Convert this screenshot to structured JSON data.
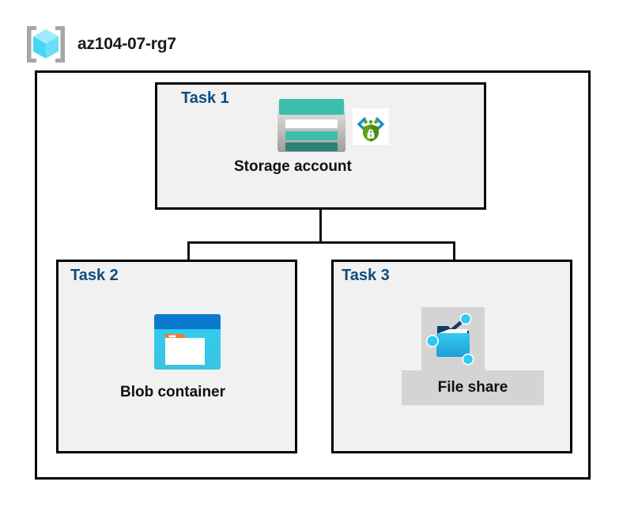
{
  "resource_group": {
    "icon": "resource-group-cube-icon",
    "name": "az104-07-rg7"
  },
  "tasks": [
    {
      "label": "Task 1",
      "node": {
        "caption": "Storage account",
        "icons": [
          "storage-account-icon",
          "key-vault-security-icon"
        ]
      },
      "highlighted": false
    },
    {
      "label": "Task 2",
      "node": {
        "caption": "Blob container",
        "icons": [
          "blob-container-icon"
        ]
      },
      "highlighted": false
    },
    {
      "label": "Task 3",
      "node": {
        "caption": "File share",
        "icons": [
          "file-share-folder-icon"
        ]
      },
      "highlighted": true
    }
  ],
  "connectors": [
    {
      "name": "storage-to-bus-trunk",
      "from": "Storage account",
      "to": "bus"
    },
    {
      "name": "bus-to-blob-container",
      "from": "bus",
      "to": "Blob container"
    },
    {
      "name": "bus-to-file-share",
      "from": "bus",
      "to": "File share"
    }
  ],
  "colors": {
    "task_label": "#0d4c7e",
    "task_box_fill": "#f1f1f1",
    "border": "#000000",
    "canvas": "#ffffff",
    "highlight": "#d4d4d4",
    "storage_teal": "#3bbfad",
    "storage_teal_dark": "#2c8276",
    "blob_blue_dark": "#0078d4",
    "blob_blue_light": "#32c8f0",
    "blob_tag_orange": "#f07c22",
    "fileshare_cyan": "#2ec5ef",
    "fileshare_node": "#31c8f4",
    "keyvault_green": "#5ea21b",
    "keyvault_bracket_blue": "#1b8ec9",
    "rg_cube_cyan": "#63dcf5",
    "rg_bracket_gray": "#a0a0a0"
  }
}
